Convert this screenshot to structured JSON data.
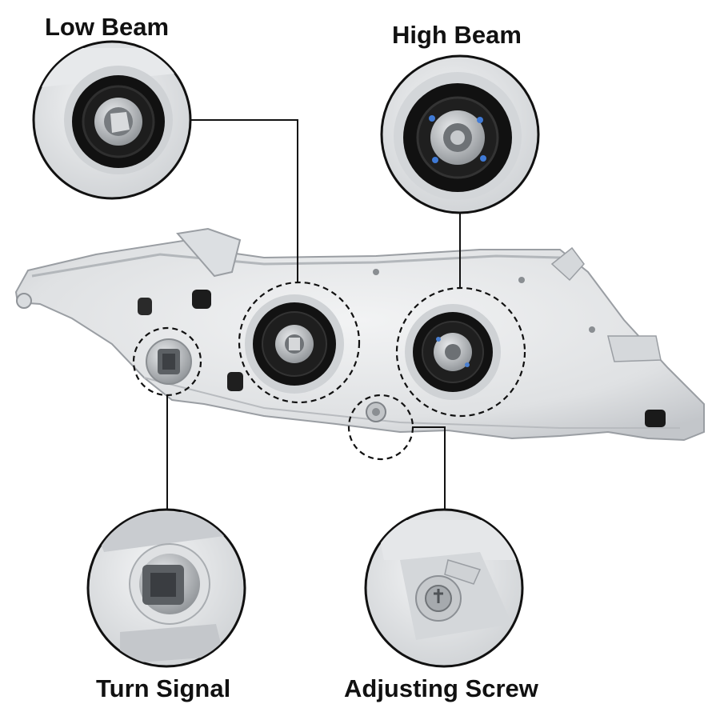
{
  "callouts": {
    "low_beam": {
      "label": "Low Beam"
    },
    "high_beam": {
      "label": "High Beam"
    },
    "turn_signal": {
      "label": "Turn Signal"
    },
    "adjusting_screw": {
      "label": "Adjusting Screw"
    }
  },
  "colors": {
    "housing": "#e4e6e8",
    "housing_shade": "#c9ccd0",
    "bulb_ring": "#141414",
    "socket_metal": "#b9bcbf",
    "leader_line": "#111111",
    "label_text": "#111111"
  }
}
